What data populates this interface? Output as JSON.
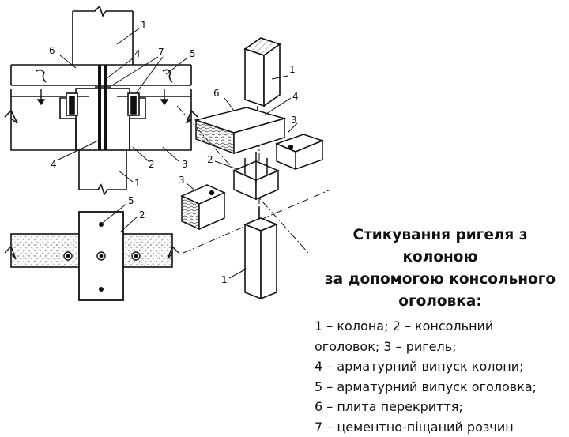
{
  "caption": {
    "title_line1": "Стикування ригеля з колоною",
    "title_line2": "за допомогою консольного",
    "title_line3": "оголовка:",
    "legend": [
      "1 – колона; 2 – консольний",
      "оголовок; 3 – ригель;",
      "4 – арматурний випуск колони;",
      "5 – арматурний випуск оголовка;",
      "6 – плита перекриття;",
      "7 – цементно-піщаний розчин"
    ]
  },
  "labels": {
    "n1": "1",
    "n2": "2",
    "n3": "3",
    "n4": "4",
    "n5": "5",
    "n6": "6",
    "n7": "7"
  }
}
